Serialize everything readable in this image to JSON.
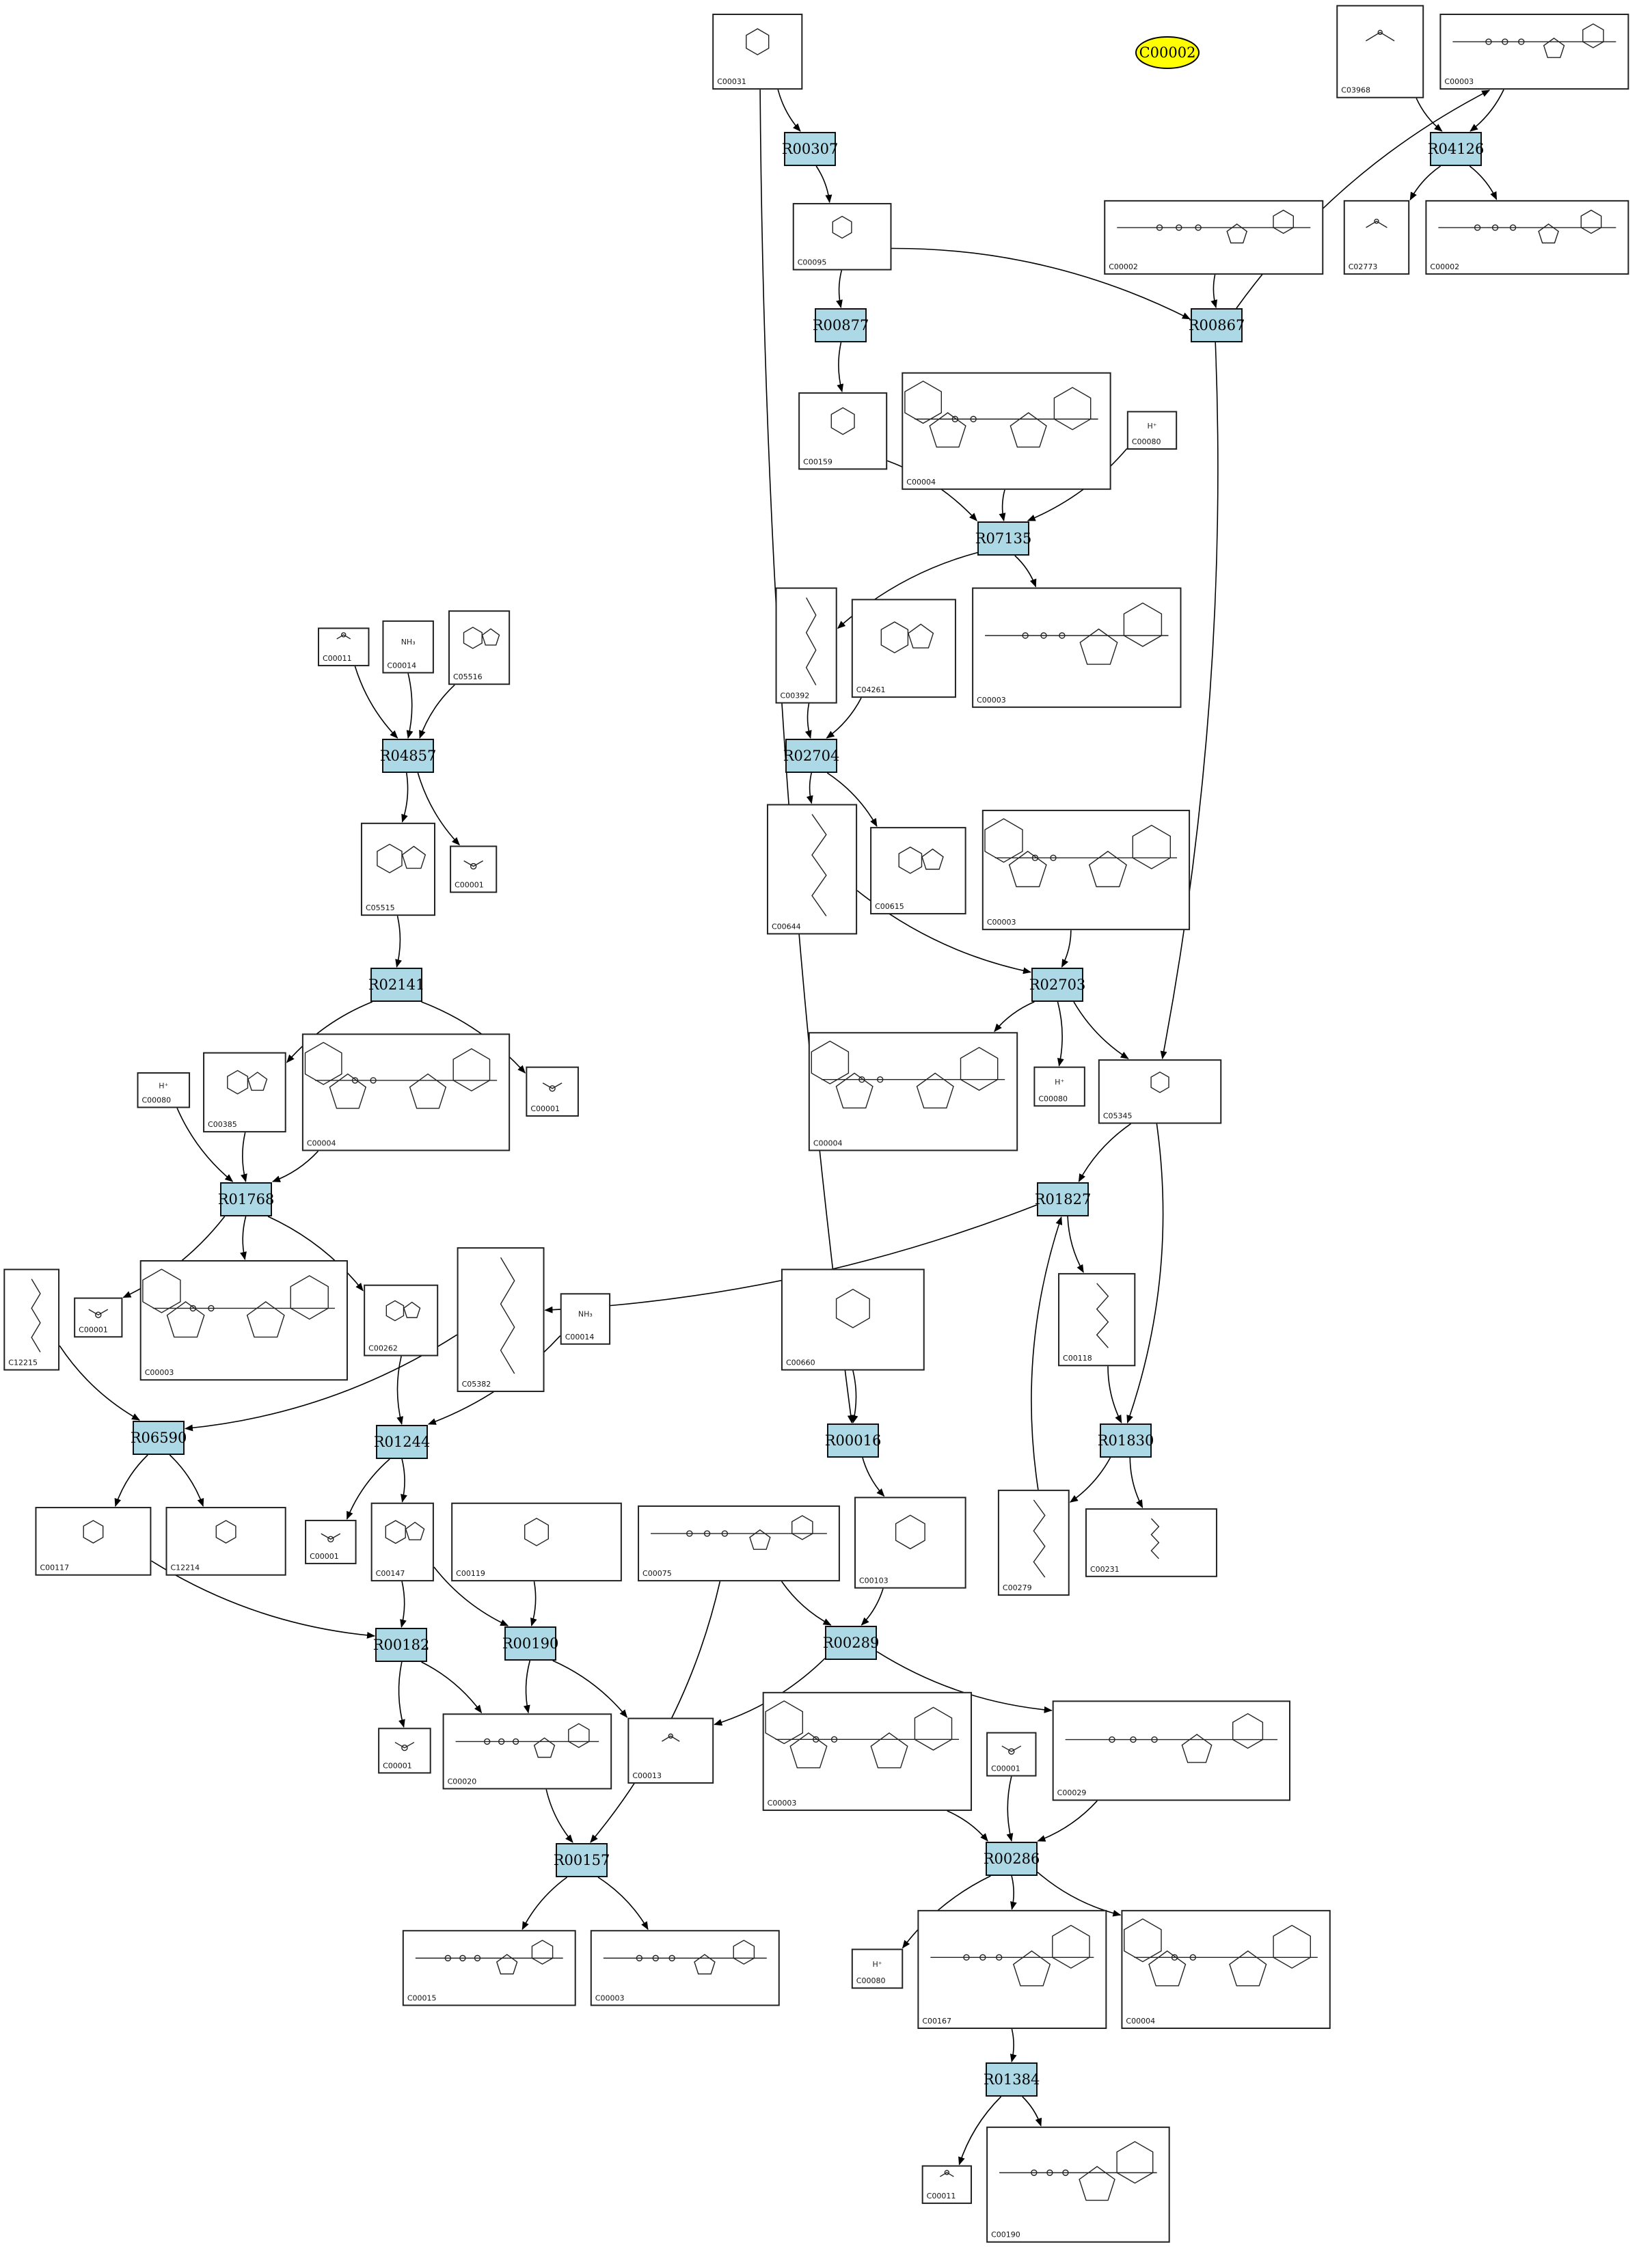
{
  "highlight": "C00002",
  "reactions": [
    {
      "id": "R00307"
    },
    {
      "id": "R04126"
    },
    {
      "id": "R00877"
    },
    {
      "id": "R00867"
    },
    {
      "id": "R07135"
    },
    {
      "id": "R04857"
    },
    {
      "id": "R02704"
    },
    {
      "id": "R02141"
    },
    {
      "id": "R02703"
    },
    {
      "id": "R01768"
    },
    {
      "id": "R01827"
    },
    {
      "id": "R06590"
    },
    {
      "id": "R01244"
    },
    {
      "id": "R00016"
    },
    {
      "id": "R01830"
    },
    {
      "id": "R00182"
    },
    {
      "id": "R00190"
    },
    {
      "id": "R00289"
    },
    {
      "id": "R00157"
    },
    {
      "id": "R00286"
    },
    {
      "id": "R01384"
    }
  ],
  "compounds": [
    {
      "key": "c_C00031",
      "id": "C00031",
      "kind": "sugar"
    },
    {
      "key": "c_C03968",
      "id": "C03968",
      "kind": "small"
    },
    {
      "key": "c_C00003_a",
      "id": "C00003",
      "kind": "nuc"
    },
    {
      "key": "c_C00095",
      "id": "C00095",
      "kind": "sugar"
    },
    {
      "key": "c_C00002_a",
      "id": "C00002",
      "kind": "nuc"
    },
    {
      "key": "c_C02773",
      "id": "C02773",
      "kind": "small"
    },
    {
      "key": "c_C00002_b",
      "id": "C00002",
      "kind": "nuc"
    },
    {
      "key": "c_C00159",
      "id": "C00159",
      "kind": "sugar"
    },
    {
      "key": "c_C00004_a",
      "id": "C00004",
      "kind": "nad"
    },
    {
      "key": "c_C00080_a",
      "id": "C00080",
      "kind": "text",
      "text": "H⁺"
    },
    {
      "key": "c_C00003_b",
      "id": "C00003",
      "kind": "nuc"
    },
    {
      "key": "c_C00392",
      "id": "C00392",
      "kind": "chain"
    },
    {
      "key": "c_C04261",
      "id": "C04261",
      "kind": "ring"
    },
    {
      "key": "c_C00003_c",
      "id": "C00003",
      "kind": "nad"
    },
    {
      "key": "c_C00011_a",
      "id": "C00011",
      "kind": "small"
    },
    {
      "key": "c_C00014_a",
      "id": "C00014",
      "kind": "text",
      "text": "NH₃"
    },
    {
      "key": "c_C05516",
      "id": "C05516",
      "kind": "ring"
    },
    {
      "key": "c_C05515",
      "id": "C05515",
      "kind": "ring"
    },
    {
      "key": "c_C00001_a",
      "id": "C00001",
      "kind": "water"
    },
    {
      "key": "c_C00644",
      "id": "C00644",
      "kind": "chain"
    },
    {
      "key": "c_C00615",
      "id": "C00615",
      "kind": "ring"
    },
    {
      "key": "c_C00003_d",
      "id": "C00003",
      "kind": "nad"
    },
    {
      "key": "c_C00385",
      "id": "C00385",
      "kind": "ring"
    },
    {
      "key": "c_C00004_b",
      "id": "C00004",
      "kind": "nad"
    },
    {
      "key": "c_C00001_b",
      "id": "C00001",
      "kind": "water"
    },
    {
      "key": "c_C00080_b",
      "id": "C00080",
      "kind": "text",
      "text": "H⁺"
    },
    {
      "key": "c_C00004_c",
      "id": "C00004",
      "kind": "nad"
    },
    {
      "key": "c_C00080_c",
      "id": "C00080",
      "kind": "text",
      "text": "H⁺"
    },
    {
      "key": "c_C05345",
      "id": "C05345",
      "kind": "sugar"
    },
    {
      "key": "c_C00001_c",
      "id": "C00001",
      "kind": "water"
    },
    {
      "key": "c_C00003_e",
      "id": "C00003",
      "kind": "nad"
    },
    {
      "key": "c_C00262",
      "id": "C00262",
      "kind": "ring"
    },
    {
      "key": "c_C05382",
      "id": "C05382",
      "kind": "chain"
    },
    {
      "key": "c_C00014_b",
      "id": "C00014",
      "kind": "text",
      "text": "NH₃"
    },
    {
      "key": "c_C12215",
      "id": "C12215",
      "kind": "chain"
    },
    {
      "key": "c_C00660",
      "id": "C00660",
      "kind": "sugar"
    },
    {
      "key": "c_C00118",
      "id": "C00118",
      "kind": "chain"
    },
    {
      "key": "c_C00117",
      "id": "C00117",
      "kind": "sugar"
    },
    {
      "key": "c_C12214",
      "id": "C12214",
      "kind": "sugar"
    },
    {
      "key": "c_C00001_d",
      "id": "C00001",
      "kind": "water"
    },
    {
      "key": "c_C00147",
      "id": "C00147",
      "kind": "ring"
    },
    {
      "key": "c_C00119",
      "id": "C00119",
      "kind": "sugar"
    },
    {
      "key": "c_C00075",
      "id": "C00075",
      "kind": "nuc"
    },
    {
      "key": "c_C00103",
      "id": "C00103",
      "kind": "sugar"
    },
    {
      "key": "c_C00279",
      "id": "C00279",
      "kind": "chain"
    },
    {
      "key": "c_C00231",
      "id": "C00231",
      "kind": "chain"
    },
    {
      "key": "c_C00001_e",
      "id": "C00001",
      "kind": "water"
    },
    {
      "key": "c_C00020",
      "id": "C00020",
      "kind": "nuc"
    },
    {
      "key": "c_C00013",
      "id": "C00013",
      "kind": "small"
    },
    {
      "key": "c_C00003_f",
      "id": "C00003",
      "kind": "nad"
    },
    {
      "key": "c_C00001_f",
      "id": "C00001",
      "kind": "water"
    },
    {
      "key": "c_C00029",
      "id": "C00029",
      "kind": "nuc"
    },
    {
      "key": "c_C00015",
      "id": "C00015",
      "kind": "nuc"
    },
    {
      "key": "c_C00003_g",
      "id": "C00003",
      "kind": "nuc"
    },
    {
      "key": "c_C00080_d",
      "id": "C00080",
      "kind": "text",
      "text": "H⁺"
    },
    {
      "key": "c_C00167",
      "id": "C00167",
      "kind": "nuc"
    },
    {
      "key": "c_C00004_d",
      "id": "C00004",
      "kind": "nad"
    },
    {
      "key": "c_C00011_b",
      "id": "C00011",
      "kind": "small"
    },
    {
      "key": "c_C00190",
      "id": "C00190",
      "kind": "nuc"
    }
  ]
}
